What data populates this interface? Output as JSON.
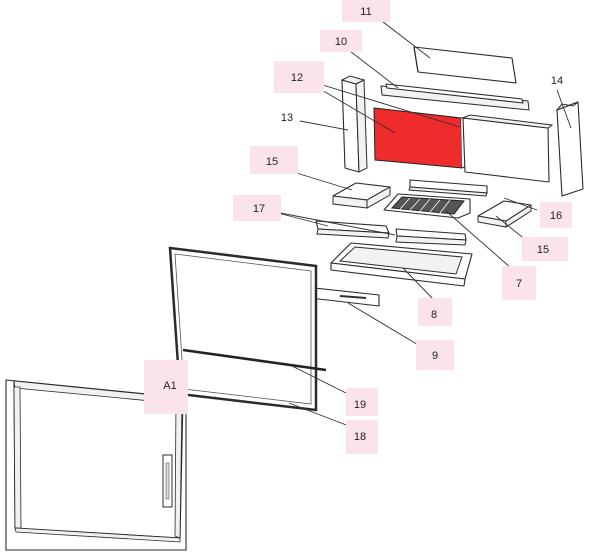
{
  "highlight_color": "#ee2c2c",
  "callout_color": "#fbe3ea",
  "callouts": {
    "c11": "11",
    "c10": "10",
    "c12": "12",
    "c13": "13",
    "c14": "14",
    "c15a": "15",
    "c15b": "15",
    "c16": "16",
    "c17": "17",
    "c7": "7",
    "c8": "8",
    "c9": "9",
    "cA1": "A1",
    "c19": "19",
    "c18": "18"
  }
}
